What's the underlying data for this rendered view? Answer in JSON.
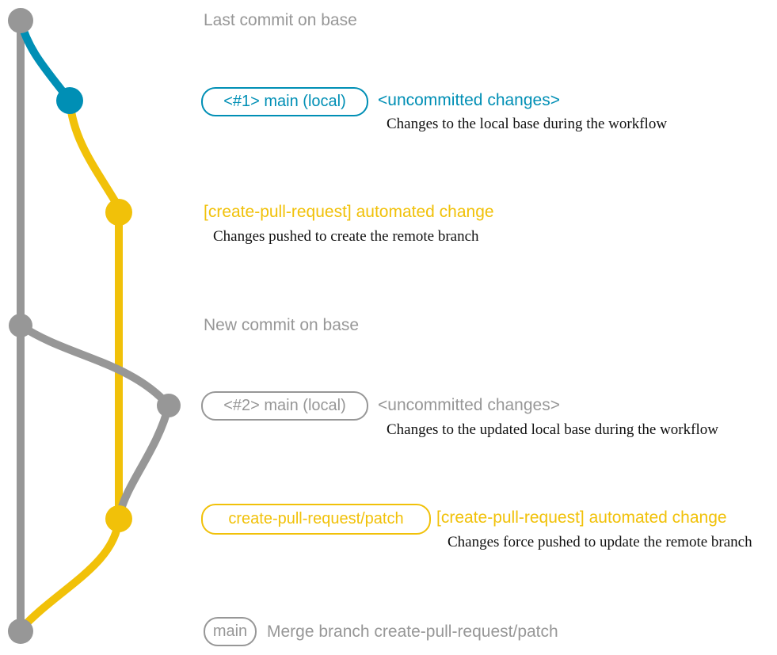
{
  "colors": {
    "gray": "#979797",
    "blue": "#008fb5",
    "yellow": "#f1c109",
    "note_text": "#111111",
    "background": "#ffffff"
  },
  "labels": {
    "last_commit": "Last commit on base",
    "pill_main_local_1": "<#1> main (local)",
    "uncommitted_1": "<uncommitted changes>",
    "note_local_base": "Changes to the local base during the workflow",
    "automated_change_1": "[create-pull-request] automated change",
    "note_pushed_create": "Changes pushed to create the remote branch",
    "new_commit": "New commit on base",
    "pill_main_local_2": "<#2> main (local)",
    "uncommitted_2": "<uncommitted changes>",
    "note_updated_base": "Changes to the updated local base during the workflow",
    "pill_patch_branch": "create-pull-request/patch",
    "automated_change_2": "[create-pull-request] automated change",
    "note_force_pushed": "Changes force pushed to update the remote branch",
    "pill_main": "main",
    "merge_message": "Merge branch create-pull-request/patch"
  }
}
